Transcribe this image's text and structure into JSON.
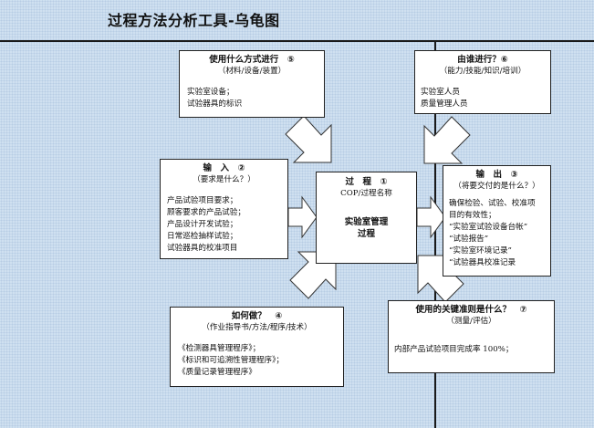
{
  "title": "过程方法分析工具-乌龟图",
  "materials": {
    "heading": "使用什么方式进行　⑤",
    "subheading": "（材料/设备/装置）",
    "items": [
      "实验室设备；",
      "试验器具的标识"
    ]
  },
  "personnel": {
    "heading": "由谁进行？⑥",
    "subheading": "（能力/技能/知识/培训）",
    "items": [
      "实验室人员",
      "质量管理人员"
    ]
  },
  "input": {
    "heading": "输　入　②",
    "subheading": "（要求是什么？）",
    "items": [
      "产品试验项目要求；",
      "顾客要求的产品试验；",
      "产品设计开发试验；",
      "日常巡检抽样试验；",
      "试验器具的校准项目"
    ]
  },
  "process": {
    "heading": "过　程　①",
    "subheading": "COP/过程名称",
    "name_line1": "实验室管理",
    "name_line2": "过程"
  },
  "output": {
    "heading": "输　出　③",
    "subheading": "（将要交付的是什么？）",
    "items": [
      "确保检验、试验、校准项",
      "目的有效性；",
      "“实验室试验设备台帐”",
      "“试验报告”",
      "“实验室环境记录”",
      "“试验器具校准记录"
    ]
  },
  "method": {
    "heading": "如何做？　④",
    "subheading": "（作业指导书/方法/程序/技术）",
    "items": [
      "《检测器具管理程序》；",
      "《标识和可追溯性管理程序》；",
      "《质量记录管理程序》"
    ]
  },
  "criteria": {
    "heading": "使用的关键准则是什么？　⑦",
    "subheading": "（测量/评估）",
    "items": [
      "内部产品试验项目完成率 100%；"
    ]
  }
}
